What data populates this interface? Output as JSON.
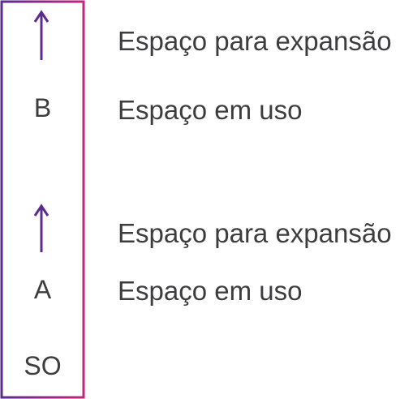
{
  "colors": {
    "border_gradient_start": "#5b2c8e",
    "border_gradient_end": "#c0267d",
    "arrow": "#5b2c8e",
    "text": "#3d3d3f"
  },
  "memory_blocks": [
    {
      "label": "",
      "icon": "arrow-up-icon"
    },
    {
      "label": "B"
    },
    {
      "label": ""
    },
    {
      "label": "",
      "icon": "arrow-up-icon"
    },
    {
      "label": "A"
    },
    {
      "label": "SO"
    }
  ],
  "descriptions": [
    {
      "text": "Espaço para expansão"
    },
    {
      "text": "Espaço em uso"
    },
    {
      "text": "Espaço para expansão"
    },
    {
      "text": "Espaço em uso"
    }
  ]
}
